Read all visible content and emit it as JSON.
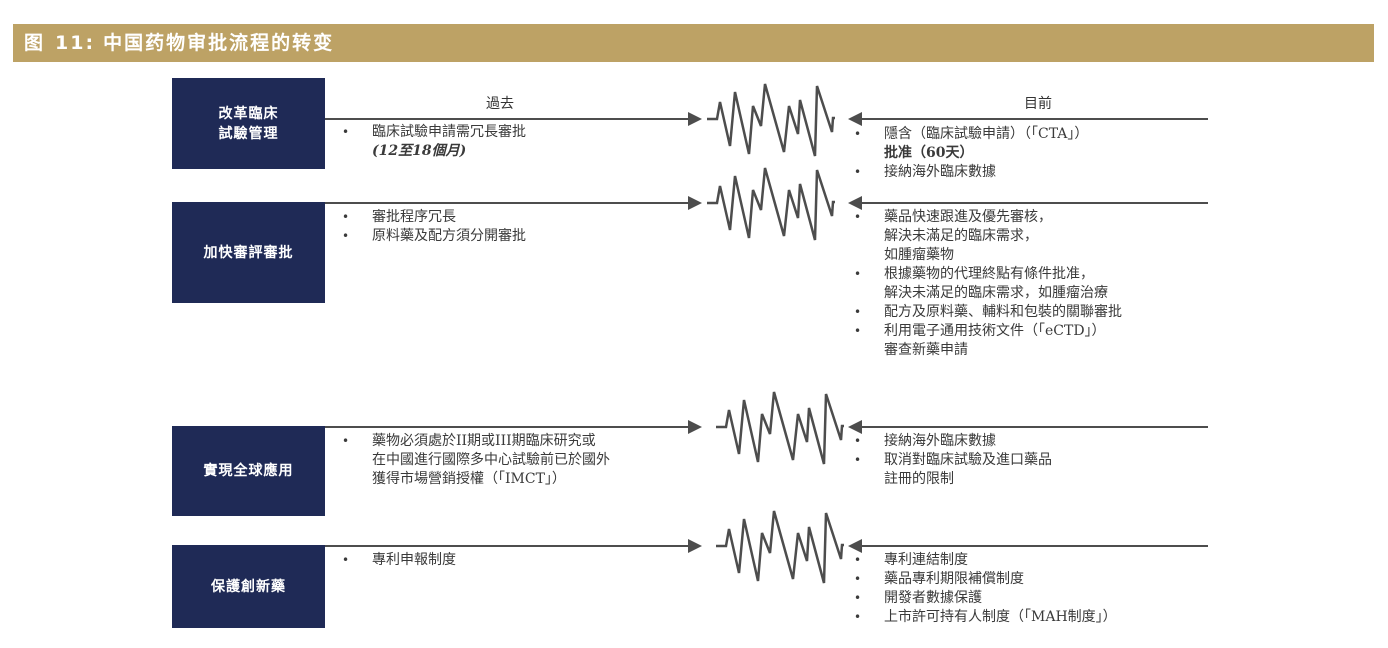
{
  "header": {
    "figure_label": "图",
    "figure_number": "11:",
    "title": "中国药物审批流程的转变",
    "background_color": "#bda265"
  },
  "columns": {
    "past_label": "過去",
    "current_label": "目前"
  },
  "colors": {
    "category_box": "#1f2a56",
    "arrow": "#4d4d4d",
    "text": "#3a3a3a"
  },
  "rows": [
    {
      "category": "改革臨床\n試驗管理",
      "category_line1": "改革臨床",
      "category_line2": "試驗管理",
      "past": [
        {
          "text": "臨床試驗申請需冗長審批",
          "sub": "(12至18個月)"
        }
      ],
      "current": [
        {
          "text": "隱含（臨床試驗申請）（「CTA」）",
          "sub": "批准（60天）"
        },
        {
          "text": "接納海外臨床數據"
        }
      ]
    },
    {
      "category": "加快審評審批",
      "past": [
        {
          "text": "審批程序冗長"
        },
        {
          "text": "原料藥及配方須分開審批"
        }
      ],
      "current": [
        {
          "text": "藥品快速跟進及優先審核，",
          "sub": "解決未滿足的臨床需求，",
          "sub2": "如腫瘤藥物"
        },
        {
          "text": "根據藥物的代理終點有條件批准，",
          "sub": "解決未滿足的臨床需求，如腫瘤治療"
        },
        {
          "text": "配方及原料藥、輔料和包裝的關聯審批"
        },
        {
          "text": "利用電子通用技術文件（「eCTD」）",
          "sub": "審查新藥申請"
        }
      ]
    },
    {
      "category": "實現全球應用",
      "past": [
        {
          "text": "藥物必須處於II期或III期臨床研究或",
          "sub": "在中國進行國際多中心試驗前已於國外",
          "sub2": "獲得市場營銷授權（「IMCT」）"
        }
      ],
      "current": [
        {
          "text": "接納海外臨床數據"
        },
        {
          "text": "取消對臨床試驗及進口藥品",
          "sub": "註冊的限制"
        }
      ]
    },
    {
      "category": "保護創新藥",
      "past": [
        {
          "text": "專利申報制度"
        }
      ],
      "current": [
        {
          "text": "專利連結制度"
        },
        {
          "text": "藥品專利期限補償制度"
        },
        {
          "text": "開發者數據保護"
        },
        {
          "text": "上市許可持有人制度（「MAH制度」）"
        }
      ]
    }
  ],
  "icons": {
    "arrow_right": "arrow-right-icon",
    "arrow_left": "arrow-left-icon",
    "break": "zigzag-break-icon"
  }
}
